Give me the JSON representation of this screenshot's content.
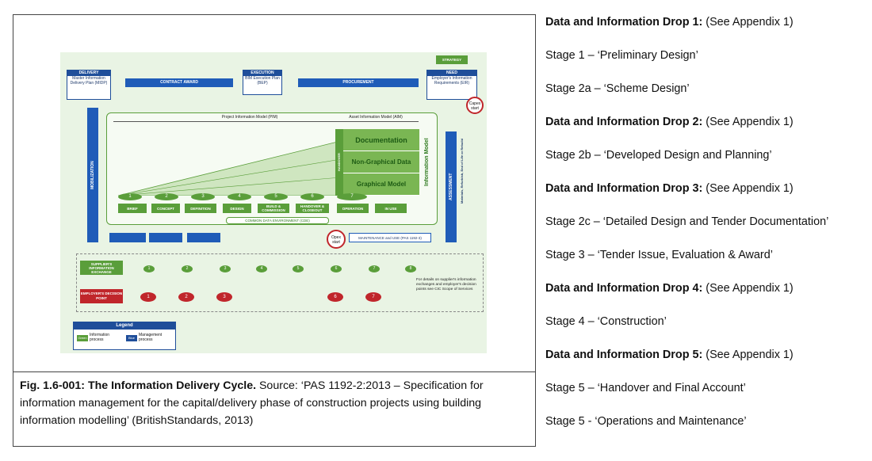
{
  "diagram": {
    "strategy": "STRATEGY",
    "need": {
      "title": "NEED",
      "body": "Employer's Information Requirements (EIR)"
    },
    "execution": {
      "title": "EXECUTION",
      "body": "BIM Execution Plan (BEP)"
    },
    "delivery": {
      "title": "DELIVERY",
      "body": "Master Information Delivery Plan (MIDP)"
    },
    "procurement": "PROCUREMENT",
    "contract_award": "CONTRACT AWARD",
    "capex": "Capex start",
    "opex": "Opex start",
    "pim": "Project Information Model (PIM)",
    "aim": "Asset Information Model (AIM)",
    "layers": [
      "Documentation",
      "Non-Graphical Data",
      "Graphical Model"
    ],
    "handover": "HANDOVER",
    "information_model": "Information Model",
    "mobilization": "MOBILIZATION",
    "assessment": "ASSESSMENT",
    "assessment_sub": "Materials, Refurbish, End of Life or Rebuild",
    "stages": [
      "1",
      "2",
      "3",
      "4",
      "5",
      "6",
      "7"
    ],
    "stage_labels": [
      "BRIEF",
      "CONCEPT",
      "DEFINITION",
      "DESIGN",
      "BUILD & COMMISSION",
      "HANDOVER & CLOSEOUT",
      "OPERATION",
      "IN USE"
    ],
    "cde": "COMMON DATA ENVIRONMENT (CDE)",
    "maintenance": "MAINTENANCE and USE (PAS 1192-3)",
    "supplier_exchange": "SUPPLIER'S INFORMATION EXCHANGE",
    "employer_decision": "EMPLOYER'S DECISION POINT",
    "exchange_points": [
      "1",
      "2",
      "3",
      "4",
      "5",
      "6",
      "7",
      "8"
    ],
    "decision_points": [
      "1",
      "2",
      "3",
      "6",
      "7"
    ],
    "details_note": "For details on supplier's information exchanges and employer's decision points see CIC Scope of Services",
    "legend": {
      "title": "Legend",
      "green_tag": "Green",
      "green_label": "Information process",
      "blue_tag": "Blue",
      "blue_label": "Management process"
    }
  },
  "caption": {
    "bold": "Fig. 1.6-001: The Information Delivery Cycle.",
    "text": " Source: ‘PAS 1192-2:2013 –  Specification for information management for the capital/delivery phase of construction projects using building information modelling’ (BritishStandards, 2013)"
  },
  "right_list": [
    {
      "bold": "Data and Information Drop 1:",
      "text": " (See Appendix 1)"
    },
    {
      "bold": "",
      "text": "Stage 1 – ‘Preliminary Design’"
    },
    {
      "bold": "",
      "text": "Stage 2a – ‘Scheme Design’"
    },
    {
      "bold": "Data and Information Drop 2:",
      "text": " (See Appendix 1)"
    },
    {
      "bold": "",
      "text": "Stage 2b – ‘Developed Design and Planning’"
    },
    {
      "bold": "Data and Information Drop 3:",
      "text": " (See Appendix 1)"
    },
    {
      "bold": "",
      "text": "Stage 2c – ‘Detailed Design and Tender Documentation’"
    },
    {
      "bold": "",
      "text": "Stage 3 – ‘Tender Issue, Evaluation & Award’"
    },
    {
      "bold": "Data and Information Drop 4:",
      "text": " (See Appendix 1)"
    },
    {
      "bold": "",
      "text": "Stage 4 – ‘Construction’"
    },
    {
      "bold": "Data and Information Drop 5:",
      "text": " (See Appendix 1)"
    },
    {
      "bold": "",
      "text": "Stage 5 – ‘Handover and Final Account’"
    },
    {
      "bold": "",
      "text": "Stage 5 - ‘Operations and Maintenance’"
    }
  ]
}
